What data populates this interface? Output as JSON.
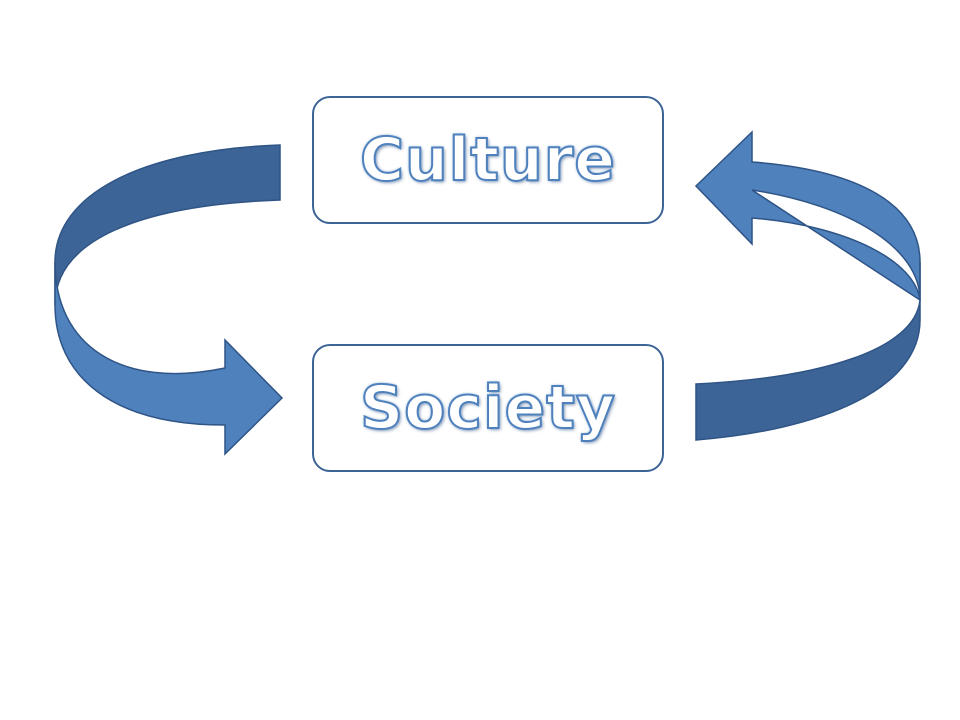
{
  "diagram": {
    "nodes": [
      {
        "id": "culture",
        "label": "Culture"
      },
      {
        "id": "society",
        "label": "Society"
      }
    ],
    "edges": [
      {
        "from": "culture",
        "to": "society",
        "side": "left"
      },
      {
        "from": "society",
        "to": "culture",
        "side": "right"
      }
    ]
  },
  "colors": {
    "arrow_fill": "#4f81bd",
    "arrow_shade": "#3d6496",
    "arrow_outline": "#2f5486",
    "box_border": "#3d6496",
    "text_outline": "#4f81bd"
  }
}
